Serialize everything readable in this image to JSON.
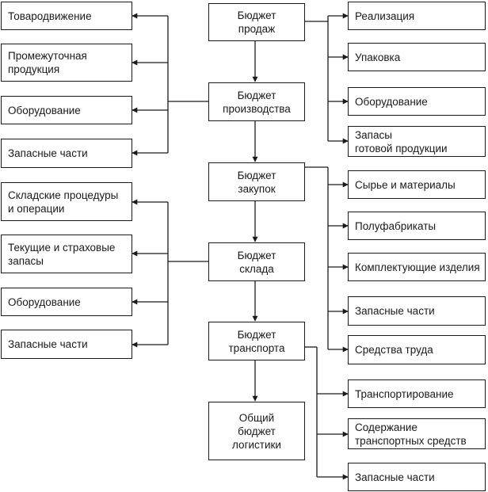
{
  "center_column": [
    {
      "id": "sales",
      "label": "Бюджет\nпродаж"
    },
    {
      "id": "production",
      "label": "Бюджет\nпроизводства"
    },
    {
      "id": "purchasing",
      "label": "Бюджет\nзакупок"
    },
    {
      "id": "warehouse",
      "label": "Бюджет\nсклада"
    },
    {
      "id": "transport",
      "label": "Бюджет\nтранспорта"
    },
    {
      "id": "total",
      "label": "Общий\nбюджет\nлогистики"
    }
  ],
  "left_column": [
    {
      "id": "goods-movement",
      "label": "Товародвижение"
    },
    {
      "id": "intermediate-products",
      "label": "Промежуточная\nпродукция"
    },
    {
      "id": "equipment-production",
      "label": "Оборудование"
    },
    {
      "id": "spare-parts-production",
      "label": "Запасные части"
    },
    {
      "id": "warehouse-procedures",
      "label": "Складские процедуры\nи операции"
    },
    {
      "id": "current-safety-stocks",
      "label": "Текущие и страховые\nзапасы"
    },
    {
      "id": "equipment-warehouse",
      "label": "Оборудование"
    },
    {
      "id": "spare-parts-warehouse",
      "label": "Запасные части"
    }
  ],
  "right_column": [
    {
      "id": "realization",
      "label": "Реализация"
    },
    {
      "id": "packaging",
      "label": "Упаковка"
    },
    {
      "id": "equipment-sales",
      "label": "Оборудование"
    },
    {
      "id": "finished-goods-stocks",
      "label": "Запасы\nготовой продукции"
    },
    {
      "id": "raw-materials",
      "label": "Сырье и материалы"
    },
    {
      "id": "semi-finished",
      "label": "Полуфабрикаты"
    },
    {
      "id": "components",
      "label": "Комплектующие изделия"
    },
    {
      "id": "spare-parts-purchasing",
      "label": "Запасные части"
    },
    {
      "id": "means-of-labor",
      "label": "Средства труда"
    },
    {
      "id": "transportation",
      "label": "Транспортирование"
    },
    {
      "id": "vehicle-maintenance",
      "label": "Содержание\nтранспортных средств"
    },
    {
      "id": "spare-parts-transport",
      "label": "Запасные части"
    }
  ],
  "colors": {
    "line": "#1a1a1a",
    "box_border": "#1a1a1a",
    "background": "#ffffff"
  }
}
